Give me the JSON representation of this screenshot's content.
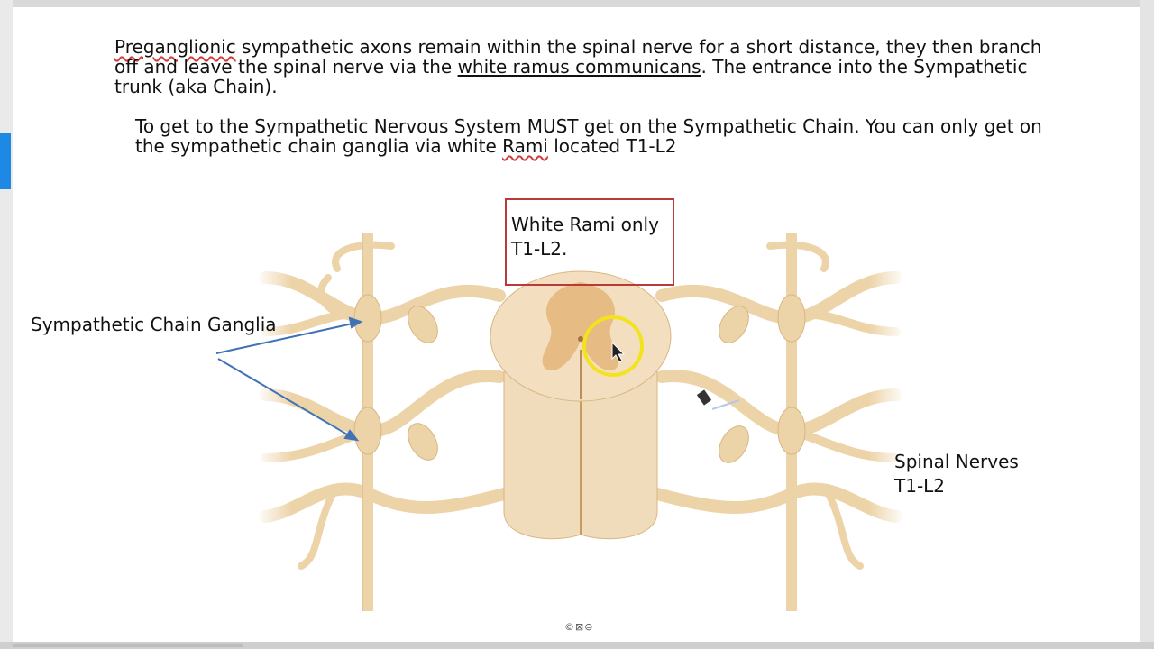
{
  "slide": {
    "paragraph1": {
      "word1": "Preganglionic",
      "part2": " sympathetic axons remain within the spinal nerve for a short distance, they then branch off and leave the spinal nerve via the ",
      "link_text": "white ramus communicans",
      "part3": ". The entrance into the Sympathetic trunk (aka Chain)."
    },
    "paragraph2": {
      "part1": "To get to the Sympathetic Nervous System MUST get on the Sympathetic Chain. You can only get on the sympathetic chain ganglia via white ",
      "word": "Rami",
      "part2": " located T1-L2"
    },
    "callout": "White Rami only\nT1-L2.",
    "label_ganglia": "Sympathetic Chain Ganglia",
    "label_nerves": "Spinal Nerves\nT1-L2",
    "footer_icons": "©⊠⊜"
  },
  "colors": {
    "nerve": "#edd3a8",
    "nerve_edge": "#d9b682",
    "cord_gray": "#e2b57a",
    "callout_border": "#b83a3a",
    "arrow": "#3f73b6",
    "cursor_ring": "#f3e31c",
    "accent": "#1e88e5"
  }
}
